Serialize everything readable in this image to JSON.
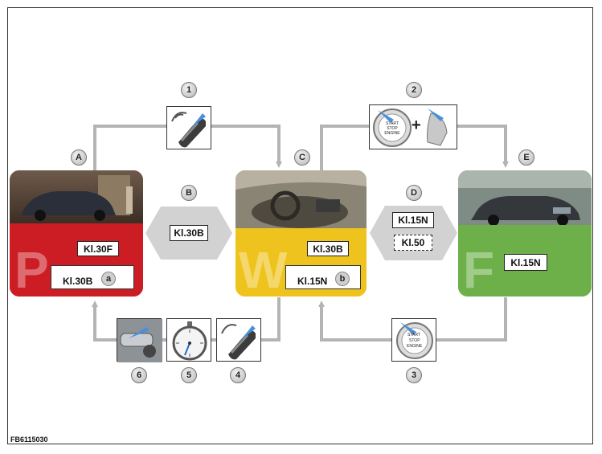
{
  "footer_code": "FB6115030",
  "callouts": {
    "A": "A",
    "B": "B",
    "C": "C",
    "D": "D",
    "E": "E"
  },
  "steps": {
    "s1": "1",
    "s2": "2",
    "s3": "3",
    "s4": "4",
    "s5": "5",
    "s6": "6"
  },
  "state_p": {
    "letter": "P",
    "terminal_top": "Kl.30F",
    "terminal_bottom": "Kl.30B",
    "sub_badge": "a",
    "color": "#cc1c24"
  },
  "state_w": {
    "letter": "W",
    "terminal_top": "Kl.30B",
    "terminal_bottom": "Kl.15N",
    "sub_badge": "b",
    "color": "#efc31e"
  },
  "state_f": {
    "letter": "F",
    "terminal": "Kl.15N",
    "color": "#6db04a"
  },
  "transition_b": {
    "terminal": "Kl.30B"
  },
  "transition_d": {
    "terminal_top": "Kl.15N",
    "terminal_bottom": "Kl.50"
  },
  "plus_sign": "+",
  "icons": {
    "step1": "key-fob-icon",
    "step2": "start-stop-button-and-brake-pedal-icon",
    "step3": "start-stop-button-icon",
    "step4": "key-fob-icon",
    "step5": "stopwatch-icon",
    "step6": "door-handle-icon"
  },
  "start_button_text": [
    "START",
    "STOP",
    "ENGINE"
  ],
  "connector_color": "#b4b4b4"
}
